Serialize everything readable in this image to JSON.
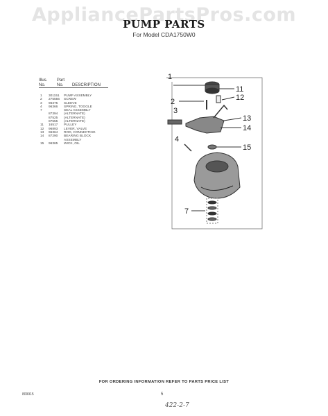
{
  "watermark": "AppliancePartsPros.com",
  "header": {
    "title": "PUMP PARTS",
    "subtitle": "For Model CDA1750W0"
  },
  "table": {
    "col1": [
      "Illus.",
      "No."
    ],
    "col2": [
      "Part",
      "No."
    ],
    "col3": "DESCRIPTION",
    "rows": [
      [
        "1",
        "301151",
        "PUMP ASSEMBLY"
      ],
      [
        "2",
        "275556",
        "SCREW"
      ],
      [
        "3",
        "96375",
        "SLEEVE"
      ],
      [
        "4",
        "96366",
        "SPRING, TOGGLE"
      ],
      [
        "7",
        "",
        "SEAL ASSEMBLY"
      ],
      [
        "",
        "87394",
        "(ALTERNATE)"
      ],
      [
        "",
        "87525",
        "(ALTERNATE)"
      ],
      [
        "",
        "87555",
        "(ALTERNATE)"
      ],
      [
        "11",
        "16517",
        "PULLEY"
      ],
      [
        "12",
        "96893",
        "LEVER, VALVE"
      ],
      [
        "13",
        "96364",
        "ROD, CONNECTING"
      ],
      [
        "14",
        "87290",
        "BEARING BLOCK"
      ],
      [
        "",
        "",
        "ASSEMBLY"
      ],
      [
        "15",
        "96365",
        "WICK, OIL"
      ]
    ]
  },
  "callouts": [
    "1",
    "2",
    "3",
    "4",
    "7",
    "11",
    "12",
    "13",
    "14",
    "15"
  ],
  "footer": {
    "note": "FOR ORDERING INFORMATION REFER TO PARTS PRICE LIST",
    "doc_no": "809915",
    "page": "5",
    "handwritten": "422-2-7"
  }
}
